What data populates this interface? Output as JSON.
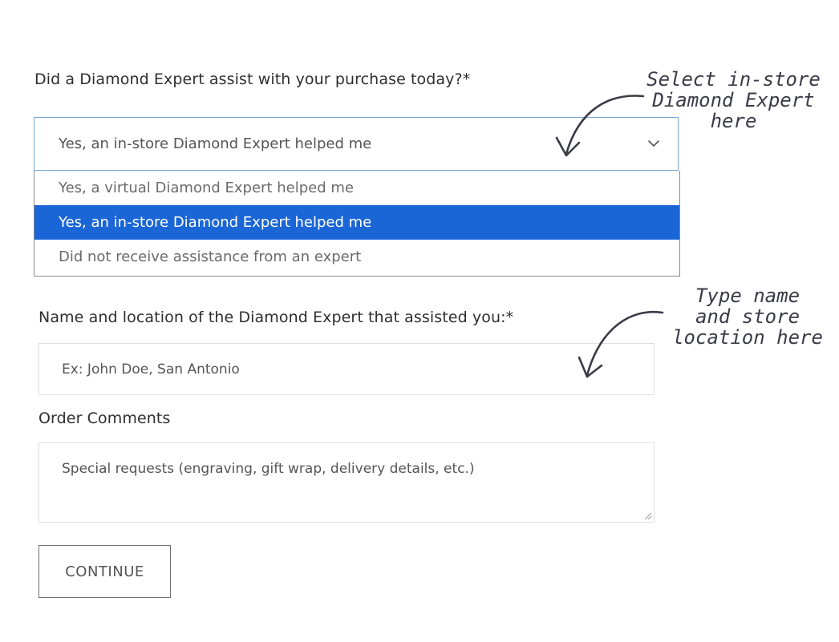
{
  "form": {
    "assist_question": "Did a Diamond Expert assist with your purchase today?*",
    "assist_selected": "Yes, an in-store Diamond Expert helped me",
    "assist_options": [
      "Yes, a virtual Diamond Expert helped me",
      "Yes, an in-store Diamond Expert helped me",
      "Did not receive assistance from an expert"
    ],
    "expert_label": "Name and location of the Diamond Expert that assisted you:*",
    "expert_placeholder": "Ex: John Doe, San Antonio",
    "comments_label": "Order Comments",
    "comments_placeholder": "Special requests (engraving, gift wrap, delivery details, etc.)",
    "continue_label": "CONTINUE"
  },
  "annotations": {
    "select_note": [
      "Select in-store",
      "Diamond Expert",
      "here"
    ],
    "type_note": [
      "Type name",
      "and store",
      "location here"
    ]
  },
  "colors": {
    "highlight": "#1a66d6",
    "select_border": "#7aa7d8",
    "annotation_ink": "#3b3b48"
  }
}
